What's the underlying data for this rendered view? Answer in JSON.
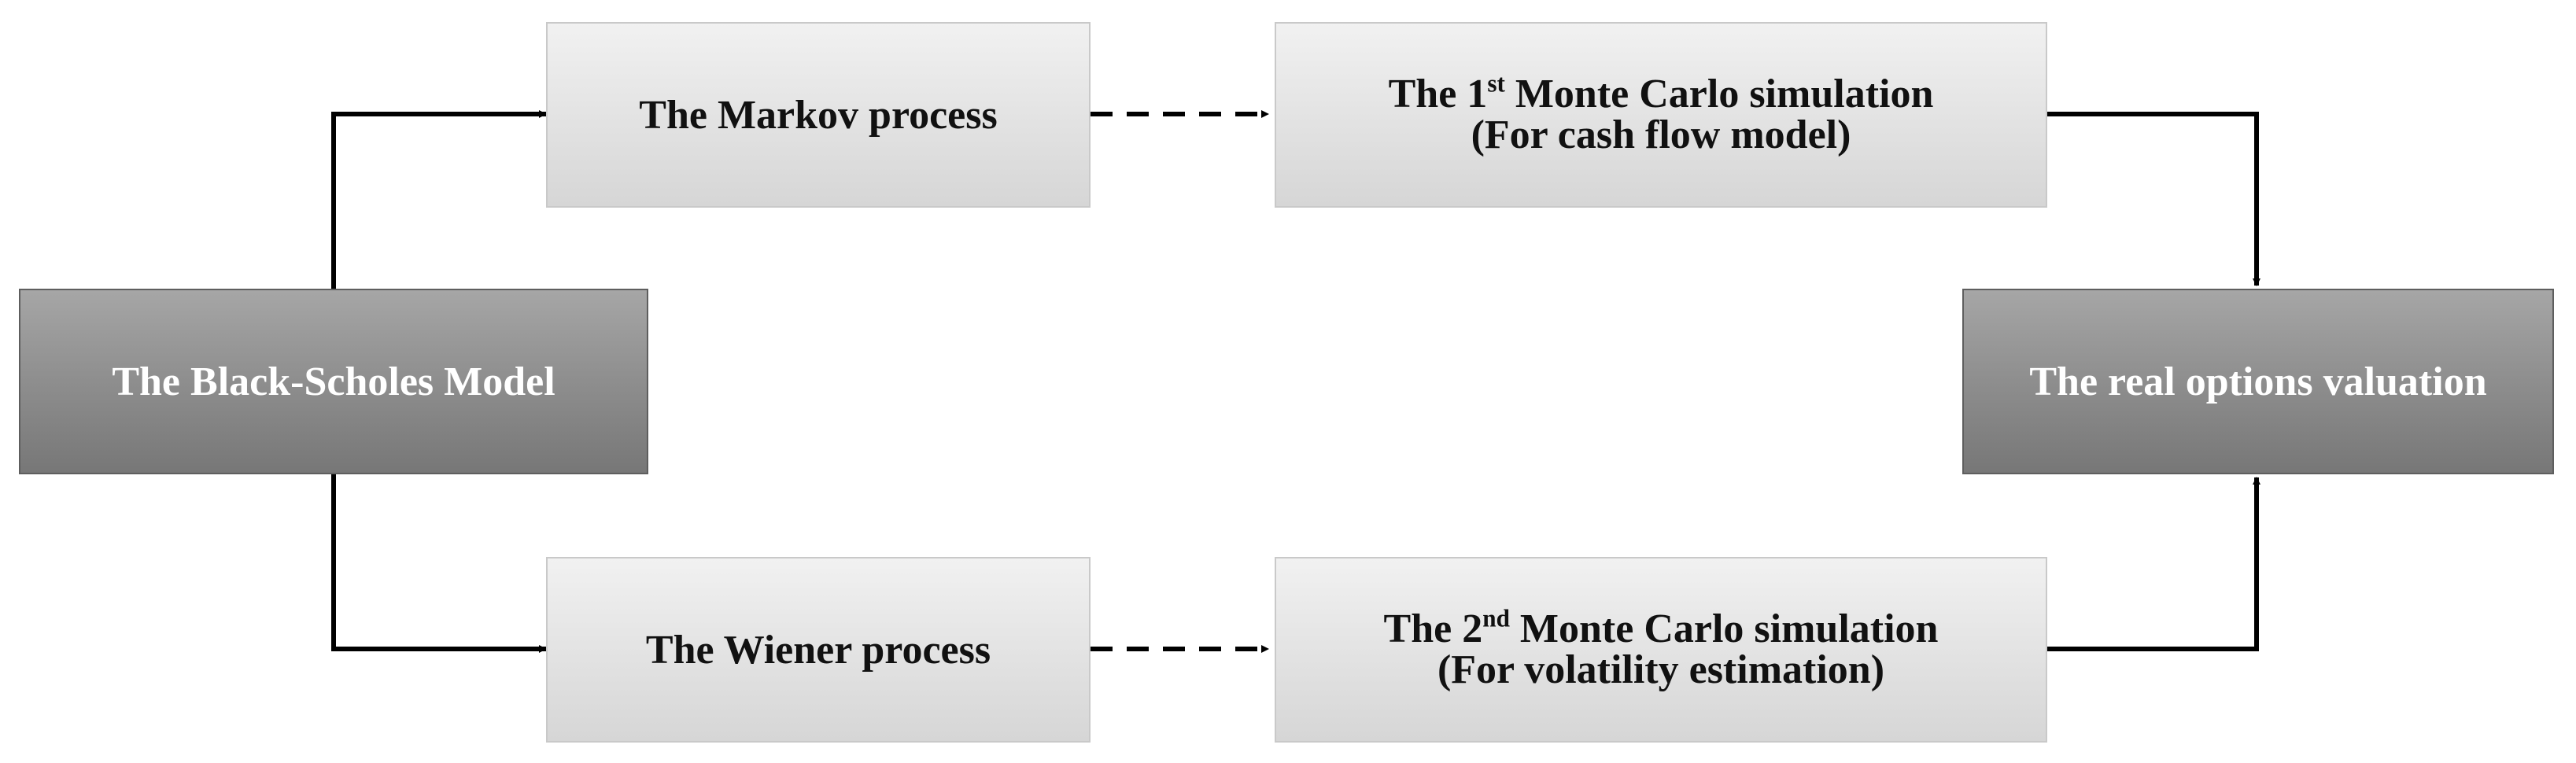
{
  "diagram": {
    "nodes": {
      "black_scholes": {
        "label": "The Black-Scholes Model"
      },
      "markov": {
        "label": "The Markov process"
      },
      "wiener": {
        "label": "The Wiener process"
      },
      "mc1": {
        "title_prefix": "The 1",
        "title_sup": "st",
        "title_suffix": " Monte Carlo simulation",
        "subtitle": "(For cash flow model)"
      },
      "mc2": {
        "title_prefix": "The 2",
        "title_sup": "nd",
        "title_suffix": " Monte Carlo simulation",
        "subtitle": "(For volatility estimation)"
      },
      "real_options": {
        "label": "The real options valuation"
      }
    },
    "edges": [
      {
        "from": "The Black-Scholes Model",
        "to": "The Markov process",
        "style": "solid"
      },
      {
        "from": "The Black-Scholes Model",
        "to": "The Wiener process",
        "style": "solid"
      },
      {
        "from": "The Markov process",
        "to": "The 1st Monte Carlo simulation",
        "style": "dashed"
      },
      {
        "from": "The Wiener process",
        "to": "The 2nd Monte Carlo simulation",
        "style": "dashed"
      },
      {
        "from": "The 1st Monte Carlo simulation",
        "to": "The real options valuation",
        "style": "solid"
      },
      {
        "from": "The 2nd Monte Carlo simulation",
        "to": "The real options valuation",
        "style": "solid"
      }
    ],
    "colors": {
      "dark_box": "#8e8e8e",
      "light_box": "#e2e2e2",
      "connector": "#000000"
    }
  }
}
